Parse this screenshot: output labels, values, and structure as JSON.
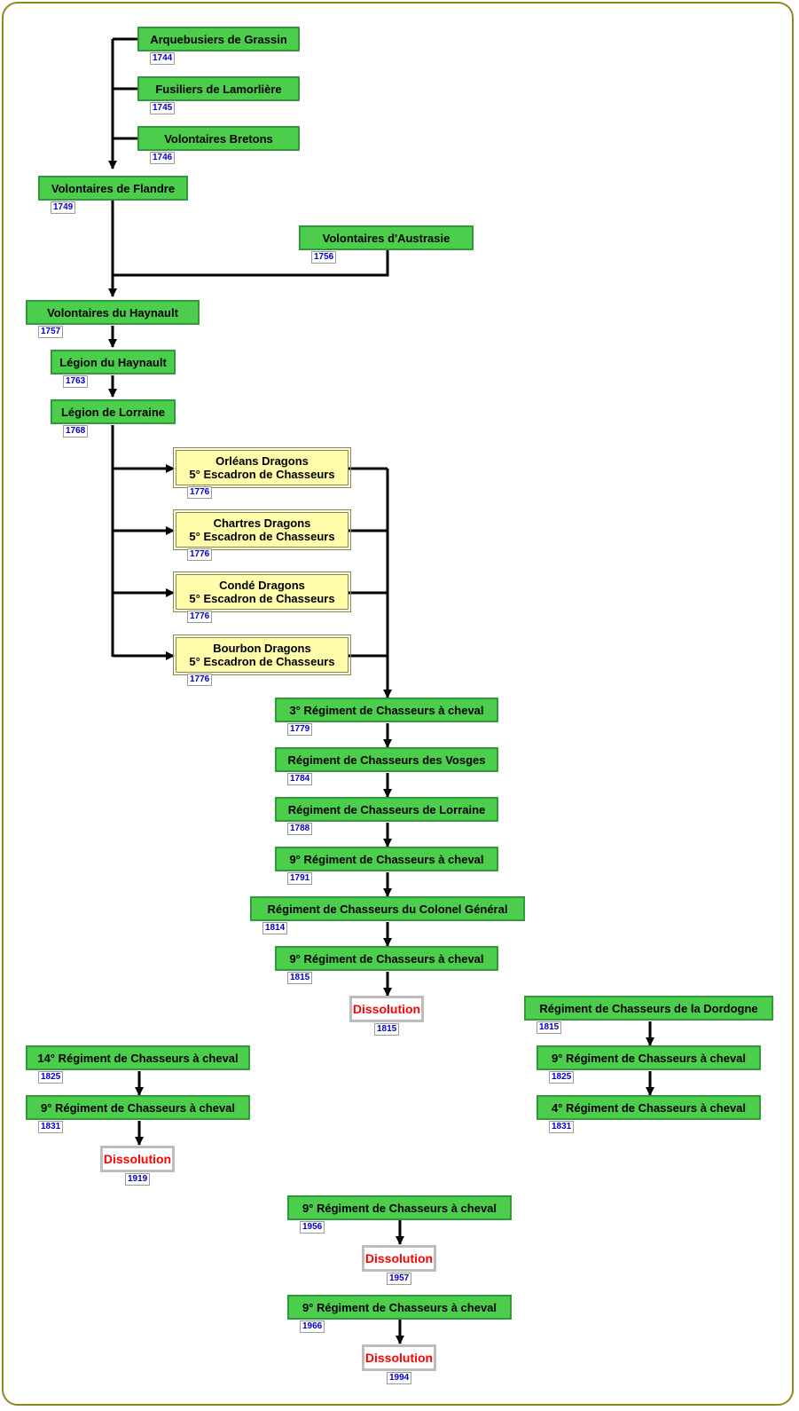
{
  "colors": {
    "green_box": "#4ccd4c",
    "yellow_box": "#fffcaa",
    "dissolution_text": "#ff0000",
    "year_text": "#0000cc",
    "frame": "#8a8a1e"
  },
  "nodes": [
    {
      "id": "arquebusiers",
      "type": "green",
      "label": "Arquebusiers de Grassin",
      "year": "1744"
    },
    {
      "id": "fusiliers",
      "type": "green",
      "label": "Fusiliers de Lamorlière",
      "year": "1745"
    },
    {
      "id": "bretons",
      "type": "green",
      "label": "Volontaires Bretons",
      "year": "1746"
    },
    {
      "id": "flandre",
      "type": "green",
      "label": "Volontaires de Flandre",
      "year": "1749"
    },
    {
      "id": "austrasie",
      "type": "green",
      "label": "Volontaires d'Austrasie",
      "year": "1756"
    },
    {
      "id": "haynault_vol",
      "type": "green",
      "label": "Volontaires du Haynault",
      "year": "1757"
    },
    {
      "id": "legion_haynault",
      "type": "green",
      "label": "Légion du Haynault",
      "year": "1763"
    },
    {
      "id": "legion_lorraine",
      "type": "green",
      "label": "Légion de Lorraine",
      "year": "1768"
    },
    {
      "id": "orleans",
      "type": "yellow",
      "label": "Orléans Dragons",
      "label2": "5° Escadron de Chasseurs",
      "year": "1776"
    },
    {
      "id": "chartres",
      "type": "yellow",
      "label": "Chartres Dragons",
      "label2": "5° Escadron de Chasseurs",
      "year": "1776"
    },
    {
      "id": "conde",
      "type": "yellow",
      "label": "Condé Dragons",
      "label2": "5° Escadron de Chasseurs",
      "year": "1776"
    },
    {
      "id": "bourbon",
      "type": "yellow",
      "label": "Bourbon Dragons",
      "label2": "5° Escadron de Chasseurs",
      "year": "1776"
    },
    {
      "id": "r3",
      "type": "green",
      "label": "3° Régiment de Chasseurs à cheval",
      "year": "1779"
    },
    {
      "id": "vosges",
      "type": "green",
      "label": "Régiment de Chasseurs des Vosges",
      "year": "1784"
    },
    {
      "id": "lorraine_ch",
      "type": "green",
      "label": "Régiment de Chasseurs de Lorraine",
      "year": "1788"
    },
    {
      "id": "r9_1791",
      "type": "green",
      "label": "9° Régiment de Chasseurs à cheval",
      "year": "1791"
    },
    {
      "id": "colonel",
      "type": "green",
      "label": "Régiment de Chasseurs du Colonel Général",
      "year": "1814"
    },
    {
      "id": "r9_1815",
      "type": "green",
      "label": "9° Régiment de Chasseurs à cheval",
      "year": "1815"
    },
    {
      "id": "diss_1815",
      "type": "diss",
      "label": "Dissolution",
      "year": "1815"
    },
    {
      "id": "dordogne",
      "type": "green",
      "label": "Régiment de Chasseurs de la Dordogne",
      "year": "1815"
    },
    {
      "id": "r9_1825",
      "type": "green",
      "label": "9° Régiment de Chasseurs à cheval",
      "year": "1825"
    },
    {
      "id": "r4_1831",
      "type": "green",
      "label": "4° Régiment de Chasseurs à cheval",
      "year": "1831"
    },
    {
      "id": "r14_1825",
      "type": "green",
      "label": "14° Régiment de Chasseurs à cheval",
      "year": "1825"
    },
    {
      "id": "r9_1831",
      "type": "green",
      "label": "9° Régiment de Chasseurs à cheval",
      "year": "1831"
    },
    {
      "id": "diss_1919",
      "type": "diss",
      "label": "Dissolution",
      "year": "1919"
    },
    {
      "id": "r9_1956",
      "type": "green",
      "label": "9° Régiment de Chasseurs à cheval",
      "year": "1956"
    },
    {
      "id": "diss_1957",
      "type": "diss",
      "label": "Dissolution",
      "year": "1957"
    },
    {
      "id": "r9_1966",
      "type": "green",
      "label": "9° Régiment de Chasseurs à cheval",
      "year": "1966"
    },
    {
      "id": "diss_1994",
      "type": "diss",
      "label": "Dissolution",
      "year": "1994"
    }
  ]
}
